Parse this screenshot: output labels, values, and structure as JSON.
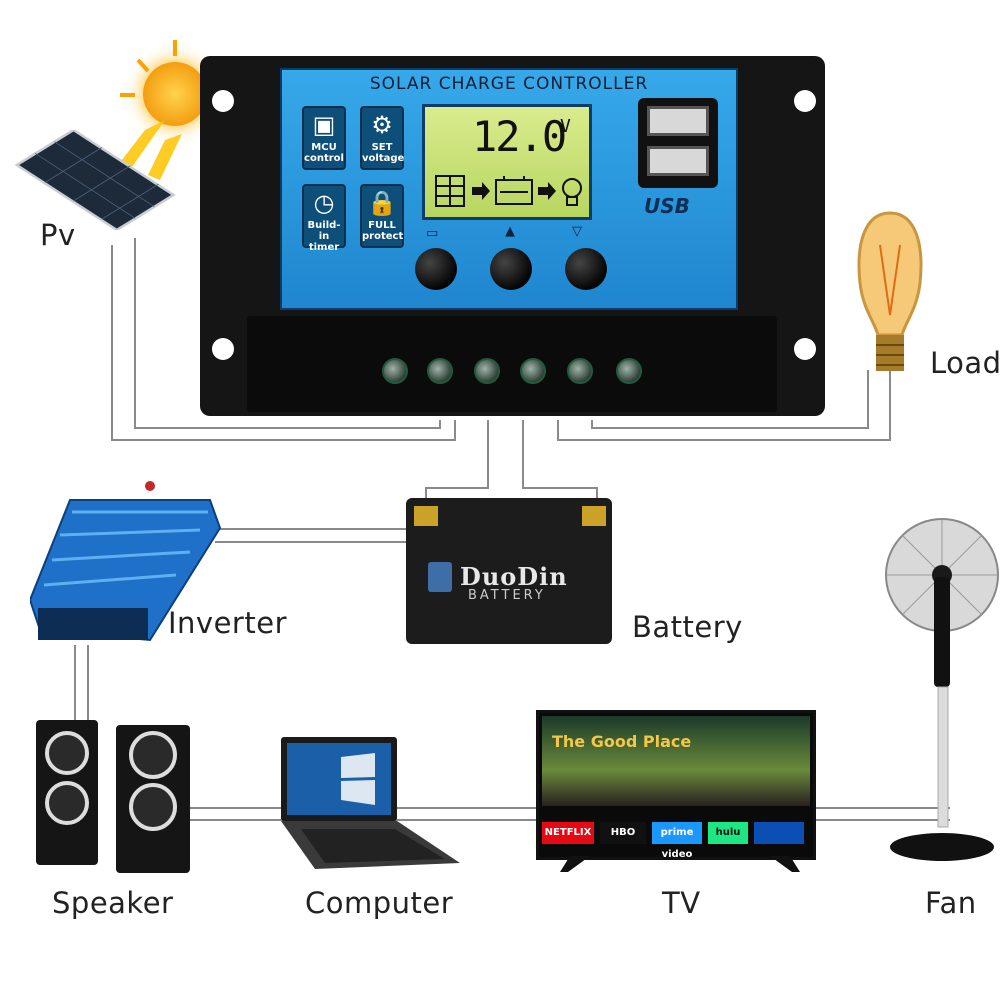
{
  "controller": {
    "title": "SOLAR CHARGE CONTROLLER",
    "buttons": [
      {
        "label": "MCU control",
        "icon": "chip-icon"
      },
      {
        "label": "SET voltage",
        "icon": "gear-icon"
      },
      {
        "label": "Build-in timer",
        "icon": "clock-icon"
      },
      {
        "label": "FULL protect",
        "icon": "lock-icon"
      }
    ],
    "lcd": {
      "voltage": "12.0",
      "unit": "V"
    },
    "usb_label": "USB",
    "knob_icons": [
      "menu-icon",
      "up-arrow-icon",
      "down-arrow-icon"
    ]
  },
  "labels": {
    "pv": "Pv",
    "load": "Load",
    "inverter": "Inverter",
    "battery": "Battery",
    "speaker": "Speaker",
    "computer": "Computer",
    "tv": "TV",
    "fan": "Fan"
  },
  "battery_brand": {
    "name": "DuoDin",
    "sub": "BATTERY"
  },
  "tv_screen": {
    "show": "The Good Place",
    "apps": [
      "NETFLIX",
      "HBO",
      "prime video",
      "hulu"
    ]
  },
  "colors": {
    "controller_face": "#2a95dd",
    "lcd": "#c9e277",
    "wire": "#8a8a8a",
    "inverter": "#1f70c8"
  }
}
